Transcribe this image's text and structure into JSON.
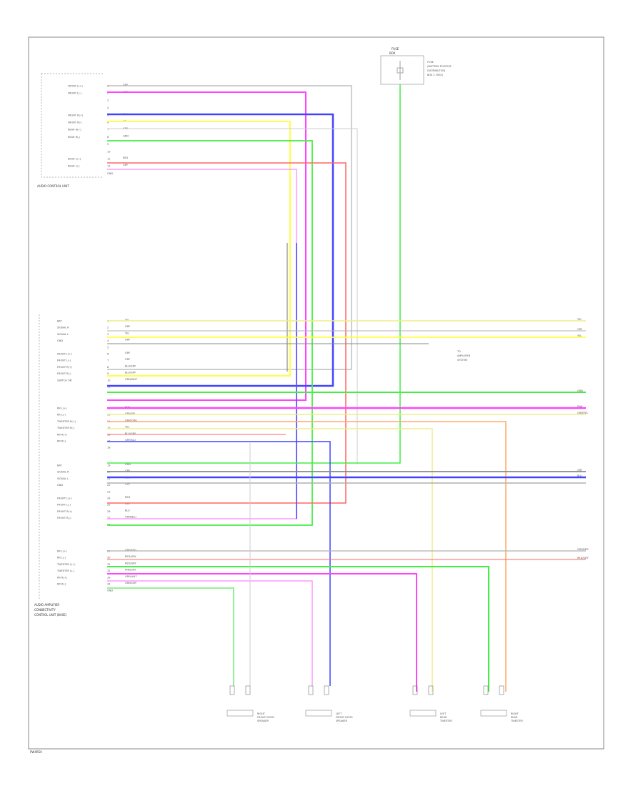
{
  "units": {
    "top_unit": {
      "name": "AUDIO CONTROL UNIT"
    },
    "main_unit": {
      "name_lines": [
        "AUDIO AMPLIFIER",
        "CONNECTIVITY",
        "CONTROL UNIT (BASE)"
      ]
    },
    "fuse_box": {
      "name_lines": [
        "FUSE",
        "BOX"
      ],
      "desc_lines": [
        "FUSE",
        "(BATTERY POSITIVE",
        "DISTRIBUTION",
        "BOX 2 FUSE)"
      ]
    },
    "speakers": [
      {
        "name_lines": [
          "RIGHT",
          "FRONT DOOR",
          "SPEAKER"
        ]
      },
      {
        "name_lines": [
          "LEFT",
          "FRONT DOOR",
          "SPEAKER"
        ]
      },
      {
        "name_lines": [
          "LEFT",
          "REAR",
          "TWEETER"
        ]
      },
      {
        "name_lines": [
          "RIGHT",
          "REAR",
          "TWEETER"
        ]
      }
    ],
    "note": {
      "lines": [
        "TO",
        "AMPLIFIER",
        "SYSTEM"
      ]
    }
  },
  "top_pins": [
    {
      "label": "FRONT L(+)",
      "pin": "1",
      "color": "GRY"
    },
    {
      "label": "FRONT L(-)",
      "pin": "2",
      "color": "GRY"
    },
    {
      "label": "",
      "pin": "3",
      "color": ""
    },
    {
      "label": "",
      "pin": "4",
      "color": ""
    },
    {
      "label": "FRONT R(+)",
      "pin": "5",
      "color": "BLU"
    },
    {
      "label": "FRONT R(-)",
      "pin": "6",
      "color": "YEL"
    },
    {
      "label": "REAR R(+)",
      "pin": "7",
      "color": "GRY"
    },
    {
      "label": "REAR R(-)",
      "pin": "8",
      "color": "GRN"
    },
    {
      "label": "",
      "pin": "9",
      "color": ""
    },
    {
      "label": "",
      "pin": "10",
      "color": ""
    },
    {
      "label": "REAR L(+)",
      "pin": "11",
      "color": "RED"
    },
    {
      "label": "REAR L(-)",
      "pin": "12",
      "color": "GRY"
    },
    {
      "label": "",
      "pin": "GND",
      "color": ""
    }
  ],
  "main_pins": [
    {
      "label": "BAT",
      "pin": "1",
      "color": "YEL"
    },
    {
      "label": "SIGNAL R",
      "pin": "2",
      "color": "GRY"
    },
    {
      "label": "SIGNAL L",
      "pin": "3",
      "color": "YEL"
    },
    {
      "label": "GND",
      "pin": "4",
      "color": "GRY"
    },
    {
      "label": "",
      "pin": "5",
      "color": ""
    },
    {
      "label": "FRONT L(+)",
      "pin": "6",
      "color": "GRY"
    },
    {
      "label": "FRONT L(-)",
      "pin": "7",
      "color": "GRY"
    },
    {
      "label": "FRONT R(+)",
      "pin": "8",
      "color": "BLU/GRY"
    },
    {
      "label": "FRONT R(-)",
      "pin": "9",
      "color": "BLU/GRY"
    },
    {
      "label": "SWITCH ON",
      "pin": "10",
      "color": "GRN/WHT"
    },
    {
      "label": "",
      "pin": "11",
      "color": ""
    },
    {
      "label": "RR L(+)",
      "pin": "12",
      "color": "PNK"
    },
    {
      "label": "RR L(-)",
      "pin": "13",
      "color": "GRN/YEL"
    },
    {
      "label": "TWEETER R(+)",
      "pin": "14",
      "color": "GRN/ORG"
    },
    {
      "label": "TWEETER R(-)",
      "pin": "15",
      "color": "YEL"
    },
    {
      "label": "RR R(+)",
      "pin": "16",
      "color": "BLU/GRY"
    },
    {
      "label": "RR R(-)",
      "pin": "17",
      "color": "GRY/BLU"
    },
    {
      "label": "",
      "pin": "18",
      "color": ""
    },
    {
      "label": "BAT",
      "pin": "19",
      "color": "GRN"
    },
    {
      "label": "SIGNAL R",
      "pin": "20",
      "color": "GRY"
    },
    {
      "label": "SIGNAL L",
      "pin": "21",
      "color": "BLU"
    },
    {
      "label": "GND",
      "pin": "22",
      "color": "GRY"
    },
    {
      "label": "",
      "pin": "23",
      "color": ""
    },
    {
      "label": "FRONT L(+)",
      "pin": "24",
      "color": "RED"
    },
    {
      "label": "FRONT L(-)",
      "pin": "25",
      "color": "GRY"
    },
    {
      "label": "FRONT R(+)",
      "pin": "26",
      "color": "BLU"
    },
    {
      "label": "FRONT R(-)",
      "pin": "27",
      "color": "GRN/BLU"
    },
    {
      "label": "",
      "pin": "28",
      "color": ""
    },
    {
      "label": "RR L(+)",
      "pin": "29",
      "color": "GRY/RED"
    },
    {
      "label": "RR L(-)",
      "pin": "30",
      "color": "RED/GRY"
    },
    {
      "label": "TWEETER L(+)",
      "pin": "31",
      "color": "RED/GRY"
    },
    {
      "label": "TWEETER L(-)",
      "pin": "32",
      "color": "PNK/GRY"
    },
    {
      "label": "RR R(+)",
      "pin": "33",
      "color": "GRY/WHT"
    },
    {
      "label": "RR R(-)",
      "pin": "34",
      "color": "GRN/GRY"
    },
    {
      "label": "",
      "pin": "GND",
      "color": ""
    }
  ],
  "right_labels": [
    "YEL",
    "GRY",
    "YEL",
    "GRN",
    "PNK",
    "GRN/YEL",
    "GRY",
    "BLU",
    "GRY/RED",
    "RED/GRY"
  ],
  "page_id": "PW4RE0"
}
